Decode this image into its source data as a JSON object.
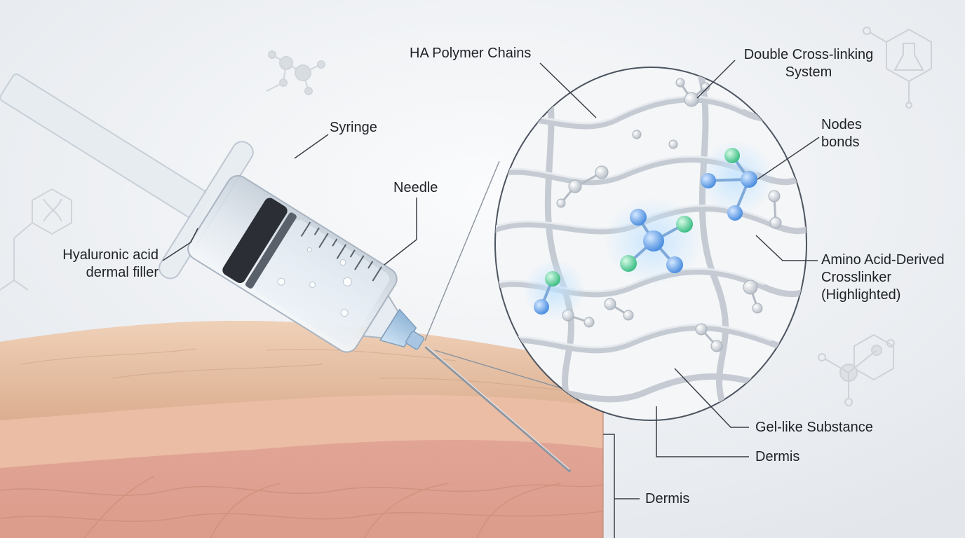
{
  "labels": {
    "ha_polymer_chains": "HA Polymer Chains",
    "double_crosslinking": [
      "Double Cross-linking",
      "System"
    ],
    "syringe": "Syringe",
    "needle": "Needle",
    "nodes_bonds": [
      "Nodes",
      "bonds"
    ],
    "hyaluronic_filler": [
      "Hyaluronic acid",
      "dermal filler"
    ],
    "amino_crosslinker": [
      "Amino Acid-Derived",
      "Crosslinker",
      "(Highlighted)"
    ],
    "gel_like": "Gel-like Substance",
    "dermis_inset": "Dermis",
    "dermis_skin": "Dermis"
  },
  "colors": {
    "background": "#eef1f4",
    "skin_top": "#e8c4a8",
    "skin_dermis": "#e7a99b",
    "polymer": "#d4d8de",
    "crosslinker_blue": "#6fa8e8",
    "crosslinker_green": "#6ad3a0",
    "leader_line": "#3a3f46"
  },
  "icons": [
    "molecule-icon",
    "flask-hexagon-icon",
    "dna-hexagon-icon"
  ]
}
